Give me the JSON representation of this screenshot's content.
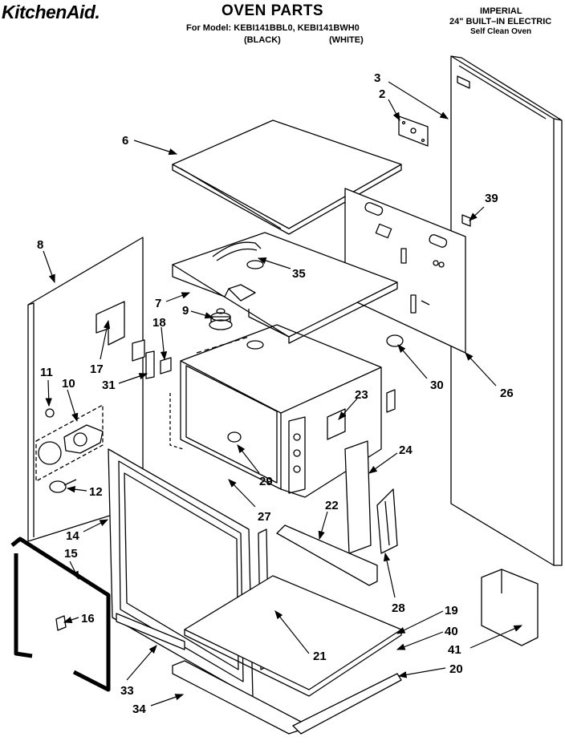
{
  "header": {
    "brand": "KitchenAid.",
    "title": "OVEN PARTS",
    "model_line": "For Model: KEBI141BBL0, KEBI141BWH0",
    "color_black": "(BLACK)",
    "color_white": "(WHITE)",
    "imperial": "IMPERIAL",
    "builtin": "24\" BUILT–IN ELECTRIC",
    "self_clean": "Self Clean Oven"
  },
  "callouts": [
    {
      "id": "c3",
      "text": "3"
    },
    {
      "id": "c2",
      "text": "2"
    },
    {
      "id": "c6",
      "text": "6"
    },
    {
      "id": "c39",
      "text": "39"
    },
    {
      "id": "c8",
      "text": "8"
    },
    {
      "id": "c35",
      "text": "35"
    },
    {
      "id": "c7",
      "text": "7"
    },
    {
      "id": "c9",
      "text": "9"
    },
    {
      "id": "c18",
      "text": "18"
    },
    {
      "id": "c17",
      "text": "17"
    },
    {
      "id": "c11",
      "text": "11"
    },
    {
      "id": "c10",
      "text": "10"
    },
    {
      "id": "c31",
      "text": "31"
    },
    {
      "id": "c30",
      "text": "30"
    },
    {
      "id": "c26",
      "text": "26"
    },
    {
      "id": "c23",
      "text": "23"
    },
    {
      "id": "c24",
      "text": "24"
    },
    {
      "id": "c12",
      "text": "12"
    },
    {
      "id": "c29",
      "text": "29"
    },
    {
      "id": "c22",
      "text": "22"
    },
    {
      "id": "c27",
      "text": "27"
    },
    {
      "id": "c14",
      "text": "14"
    },
    {
      "id": "c15",
      "text": "15"
    },
    {
      "id": "c28",
      "text": "28"
    },
    {
      "id": "c16",
      "text": "16"
    },
    {
      "id": "c19",
      "text": "19"
    },
    {
      "id": "c40",
      "text": "40"
    },
    {
      "id": "c21",
      "text": "21"
    },
    {
      "id": "c41",
      "text": "41"
    },
    {
      "id": "c20",
      "text": "20"
    },
    {
      "id": "c33",
      "text": "33"
    },
    {
      "id": "c34",
      "text": "34"
    }
  ]
}
